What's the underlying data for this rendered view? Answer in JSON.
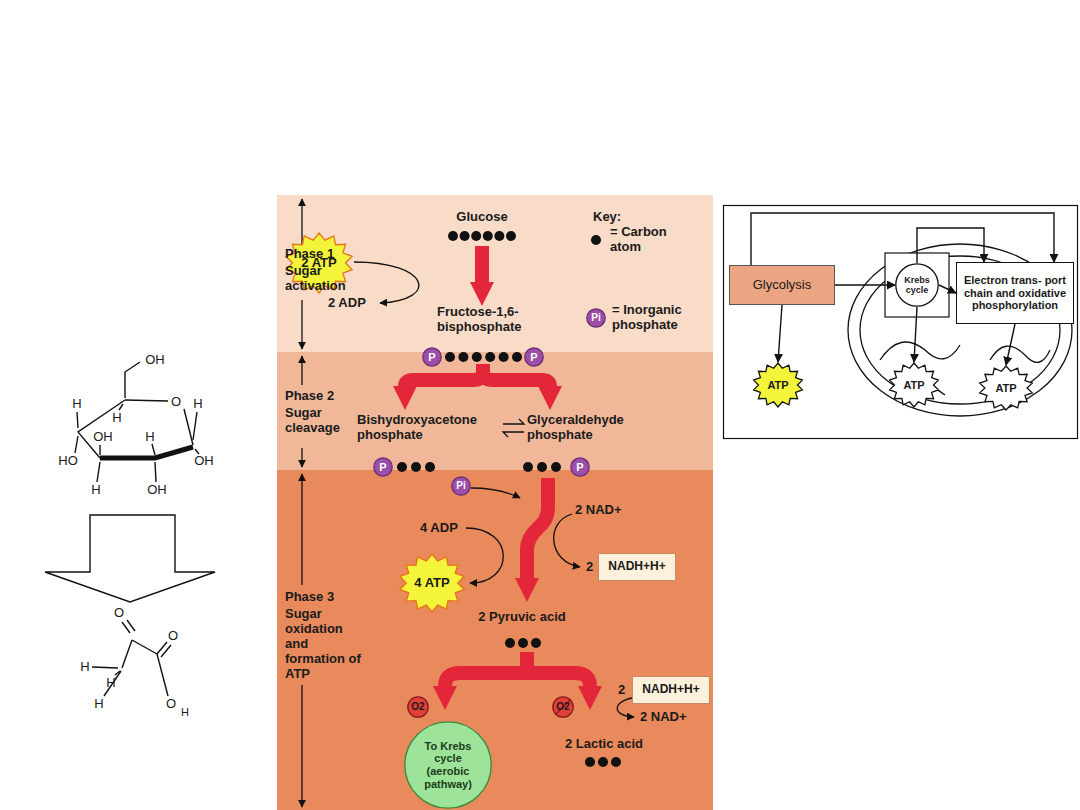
{
  "diagram": {
    "nodes": [
      {
        "text": [
          "Phase 1",
          "Sugar activation"
        ]
      },
      {
        "text": [
          "2 ATP"
        ],
        "in": 0
      },
      {
        "text": [
          "Pi"
        ],
        "in": 0
      },
      {
        "text": [
          "Phase 2",
          "Sugar cleavage"
        ]
      },
      {
        "text": [
          "P"
        ],
        "in": 3
      },
      {
        "text": [
          "P"
        ],
        "in": 3
      },
      {
        "text": [
          "P"
        ],
        "in": 3
      },
      {
        "text": [
          "P"
        ],
        "in": 3
      },
      {
        "text": [
          "Phase 3",
          "Sugar oxidation and formation of ATP"
        ]
      },
      {
        "text": [
          "Pi"
        ],
        "in": 8
      },
      {
        "text": [
          "4 ATP"
        ],
        "in": 8
      },
      {
        "text": [
          "NADH+H+"
        ],
        "in": 8
      },
      {
        "text": [
          "NADH+H+"
        ],
        "in": 8
      },
      {
        "text": [
          "O2"
        ],
        "in": 8
      },
      {
        "text": [
          "O2"
        ],
        "in": 8
      },
      {
        "text": [
          "To Krebs cycle (aerobic pathway)"
        ],
        "in": 8
      },
      {
        "text": [
          "Glycolysis"
        ]
      },
      {
        "text": [
          "Krebs cycle"
        ]
      },
      {
        "text": [
          "Electron trans- port chain and oxidative phosphorylation"
        ]
      },
      {
        "text": [
          "ATP"
        ]
      },
      {
        "text": [
          "ATP"
        ]
      },
      {
        "text": [
          "ATP"
        ]
      }
    ],
    "edges": [
      {
        "from": 16,
        "to": 17,
        "arrow": "to"
      },
      {
        "from": 17,
        "to": 18,
        "arrow": "to"
      },
      {
        "from": 16,
        "to": 18,
        "arrow": "to"
      },
      {
        "from": 17,
        "to": 18,
        "arrow": "to"
      },
      {
        "from": 16,
        "to": 19,
        "arrow": "to"
      },
      {
        "from": 17,
        "to": 20,
        "arrow": "to"
      },
      {
        "from": 18,
        "to": 21,
        "arrow": "to"
      }
    ],
    "labels": [
      "Glucose",
      "Key:",
      "2 ADP",
      "Fructose-1,6- bisphosphate",
      "Bishydroxyacetone phosphate",
      "Glyceraldehyde phosphate",
      "2 NAD+",
      "4 ADP",
      "2",
      "2 Pyruvic acid",
      "2",
      "2 NAD+",
      "2 Lactic acid",
      "OH",
      "H",
      "H",
      "O",
      "H",
      "OH",
      "H",
      "HO",
      "OH",
      "H",
      "OH",
      "O",
      "O",
      "H",
      "H",
      "H",
      "O",
      "H"
    ],
    "legend": [
      {
        "text": "= Carbon atom"
      },
      {
        "text": "= Inorganic phosphate"
      }
    ]
  }
}
